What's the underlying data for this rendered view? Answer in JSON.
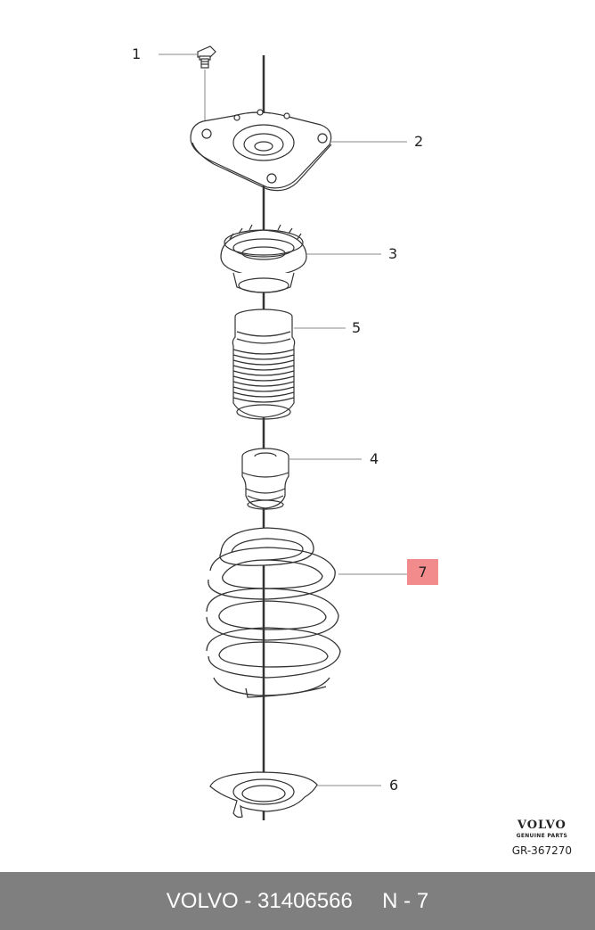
{
  "callouts": {
    "c1": "1",
    "c2": "2",
    "c3": "3",
    "c5": "5",
    "c4": "4",
    "c7": "7",
    "c6": "6"
  },
  "brand": {
    "logo": "VOLVO",
    "tagline": "GENUINE PARTS",
    "diagram_code": "GR-367270"
  },
  "footer": {
    "part_text": "VOLVO - 31406566",
    "position_text": "N - 7"
  },
  "colors": {
    "highlight": "#f28b8b",
    "footer_bg": "#7f7f7f",
    "line": "#333333"
  }
}
